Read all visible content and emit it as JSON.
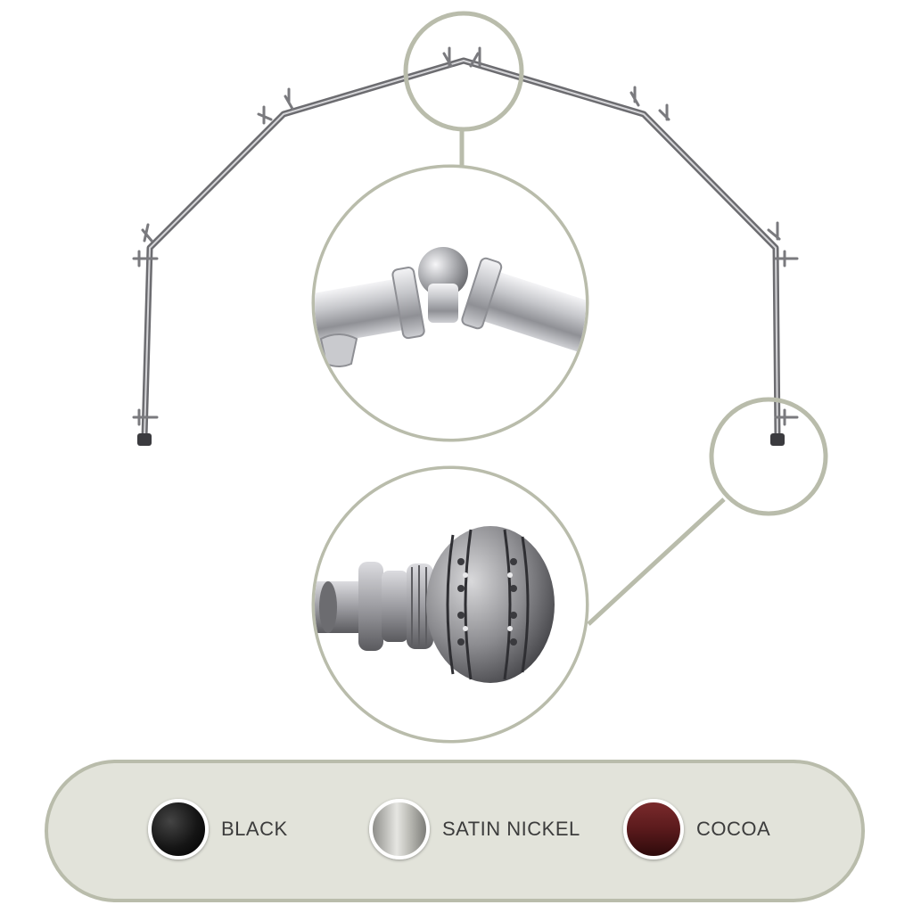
{
  "product": {
    "description_icon": "bay-window-curtain-rod-icon"
  },
  "details": [
    {
      "name": "corner-connector-detail",
      "icon": "elbow-connector-icon"
    },
    {
      "name": "finial-detail",
      "icon": "ornate-ball-finial-icon"
    }
  ],
  "finishes": [
    {
      "label": "BLACK",
      "color": "#151515"
    },
    {
      "label": "SATIN NICKEL",
      "color": "#b8b8b2"
    },
    {
      "label": "COCOA",
      "color": "#5a1a1c"
    }
  ],
  "colors": {
    "callout_ring": "#b9bcab",
    "panel_fill": "#e2e3da",
    "rod_metal": "#9a9a9c"
  }
}
